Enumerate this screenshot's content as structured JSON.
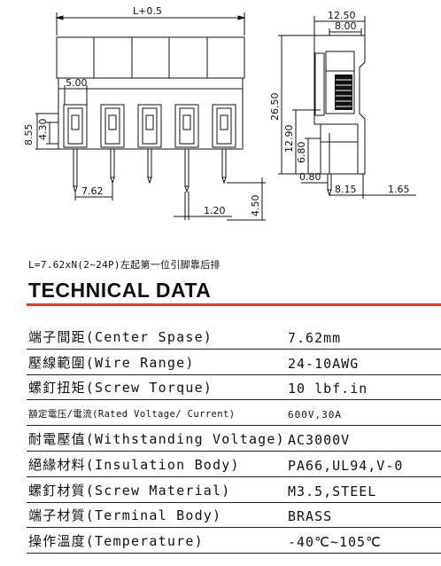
{
  "drawing": {
    "dim_length": "L+0.5",
    "dim_pitch_top": "5.00",
    "dim_8_55": "8.55",
    "dim_4_30": "4.30",
    "dim_7_62": "7.62",
    "dim_1_20": "1.20",
    "dim_4_50": "4.50",
    "dim_12_50": "12.50",
    "dim_8_00": "8.00",
    "dim_26_50": "26.50",
    "dim_12_90": "12.90",
    "dim_6_80": "6.80",
    "dim_0_80": "0.80",
    "dim_8_15": "8.15",
    "dim_1_65": "1.65"
  },
  "formula": "L=7.62xN(2~24P)左起第一位引脚靠后排",
  "title": "TECHNICAL DATA",
  "colors": {
    "accent_rule": "#e03b24"
  },
  "specs": [
    {
      "label": "端子間距(Center Spase)",
      "value": "7.62mm"
    },
    {
      "label": "壓線範圍(Wire Range)",
      "value": "24-10AWG"
    },
    {
      "label": "螺釘扭矩(Screw Torque)",
      "value": "10 lbf.in"
    },
    {
      "label": "額定電压/電流(Rated Voltage/ Current)",
      "value": "600V,30A"
    },
    {
      "label": "耐電壓值(Withstanding Voltage)",
      "value": "AC3000V"
    },
    {
      "label": "絕緣材料(Insulation Body)",
      "value": "PA66,UL94,V-0"
    },
    {
      "label": "螺釘材質(Screw Material)",
      "value": "M3.5,STEEL"
    },
    {
      "label": "端子材質(Terminal Body)",
      "value": "BRASS"
    },
    {
      "label": "操作溫度(Temperature)",
      "value": "-40℃~105℃"
    }
  ]
}
